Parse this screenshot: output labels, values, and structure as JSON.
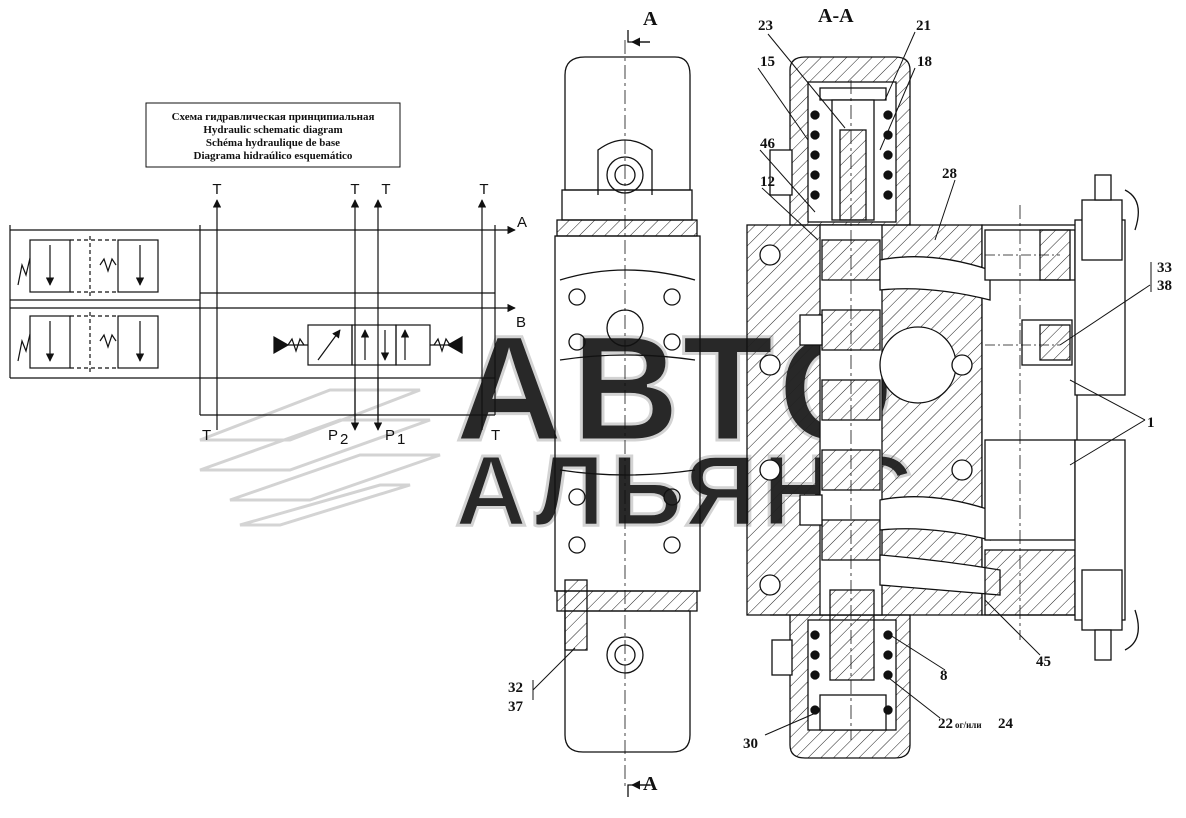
{
  "legend": {
    "lines": [
      "Схема гидравлическая принципиальная",
      "Hydraulic schematic diagram",
      "Schéma hydraulique de base",
      "Diagrama hidraúlico esquemático"
    ]
  },
  "ports": {
    "T": "T",
    "A": "A",
    "B": "B",
    "P2": "P",
    "P2_sub": "2",
    "P1": "P",
    "P1_sub": "1"
  },
  "section": {
    "mark": "A",
    "title": "A-A"
  },
  "callouts": {
    "c23": "23",
    "c21": "21",
    "c15": "15",
    "c18": "18",
    "c46": "46",
    "c12": "12",
    "c28": "28",
    "c33": "33",
    "c38": "38",
    "c1": "1",
    "c45": "45",
    "c8": "8",
    "c22": "22",
    "c22_mid": "ог/или",
    "c24": "24",
    "c30": "30",
    "c32": "32",
    "c37": "37"
  },
  "watermark": {
    "line1": "АВТО",
    "line2": "АЛЬЯНС"
  },
  "colors": {
    "ink": "#111111",
    "watermark": "#d6d6d6"
  }
}
